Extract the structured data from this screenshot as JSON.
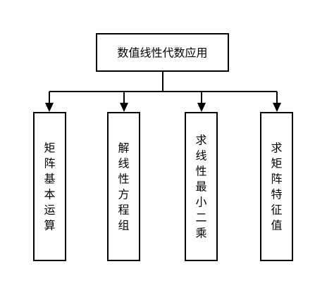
{
  "diagram": {
    "root": {
      "label": "数值线性代数应用"
    },
    "children": [
      {
        "label": "矩阵基本运算"
      },
      {
        "label": "解线性方程组"
      },
      {
        "label": "求线性最小二乘"
      },
      {
        "label": "求矩阵特征值"
      }
    ]
  }
}
